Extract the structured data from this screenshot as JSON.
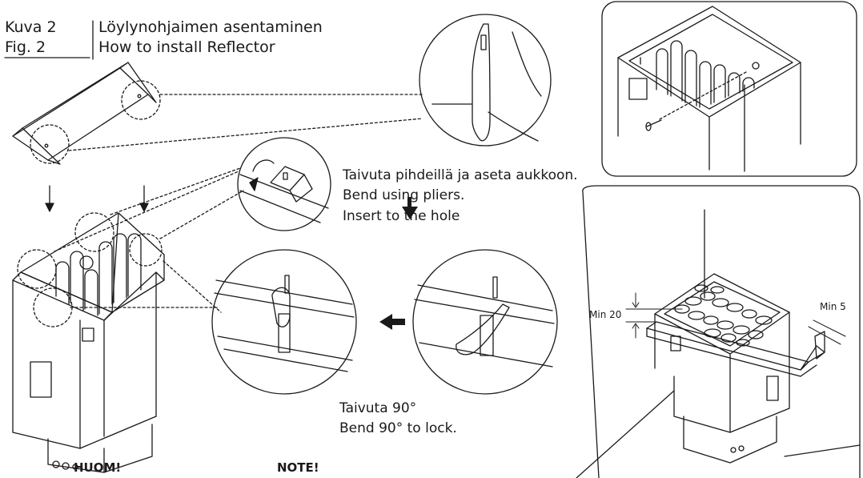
{
  "figure": {
    "kuva_label": "Kuva 2",
    "fig_label": "Fig. 2",
    "title_fi": "Löylynohjaimen asentaminen",
    "title_en": "How to install Reflector"
  },
  "instructions": {
    "bend_fi": "Taivuta pihdeillä ja aseta aukkoon.",
    "bend_en_1": "Bend using pliers.",
    "bend_en_2": "Insert to the hole",
    "lock_fi": "Taivuta 90°",
    "lock_en": "Bend 90° to lock."
  },
  "dimensions": {
    "min_top": "Min 20",
    "min_side": "Min 5"
  },
  "notes": {
    "huom": "HUOM!",
    "note": "NOTE!"
  }
}
